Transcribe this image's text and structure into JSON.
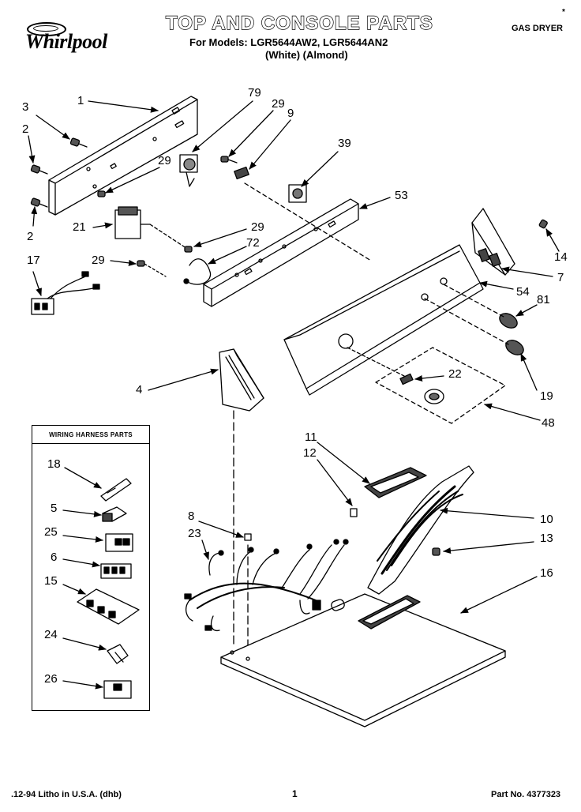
{
  "header": {
    "brand": "Whirlpool",
    "title": "TOP AND CONSOLE PARTS",
    "models_line": "For Models: LGR5644AW2, LGR5644AN2",
    "colors_line": "(White)   (Almond)",
    "product_type": "GAS DRYER",
    "mark": "*"
  },
  "legend": {
    "title": "WIRING HARNESS PARTS"
  },
  "callouts": [
    {
      "id": "c-1",
      "text": "1"
    },
    {
      "id": "c-3",
      "text": "3"
    },
    {
      "id": "c-2a",
      "text": "2"
    },
    {
      "id": "c-2b",
      "text": "2"
    },
    {
      "id": "c-79",
      "text": "79"
    },
    {
      "id": "c-29a",
      "text": "29"
    },
    {
      "id": "c-9",
      "text": "9"
    },
    {
      "id": "c-29b",
      "text": "29"
    },
    {
      "id": "c-39",
      "text": "39"
    },
    {
      "id": "c-53",
      "text": "53"
    },
    {
      "id": "c-21",
      "text": "21"
    },
    {
      "id": "c-29c",
      "text": "29"
    },
    {
      "id": "c-72",
      "text": "72"
    },
    {
      "id": "c-17",
      "text": "17"
    },
    {
      "id": "c-29d",
      "text": "29"
    },
    {
      "id": "c-14",
      "text": "14"
    },
    {
      "id": "c-7",
      "text": "7"
    },
    {
      "id": "c-54",
      "text": "54"
    },
    {
      "id": "c-81",
      "text": "81"
    },
    {
      "id": "c-22",
      "text": "22"
    },
    {
      "id": "c-19",
      "text": "19"
    },
    {
      "id": "c-4",
      "text": "4"
    },
    {
      "id": "c-48",
      "text": "48"
    },
    {
      "id": "c-11",
      "text": "11"
    },
    {
      "id": "c-12",
      "text": "12"
    },
    {
      "id": "c-10",
      "text": "10"
    },
    {
      "id": "c-8",
      "text": "8"
    },
    {
      "id": "c-23",
      "text": "23"
    },
    {
      "id": "c-13",
      "text": "13"
    },
    {
      "id": "c-16",
      "text": "16"
    },
    {
      "id": "c-18",
      "text": "18"
    },
    {
      "id": "c-5",
      "text": "5"
    },
    {
      "id": "c-25",
      "text": "25"
    },
    {
      "id": "c-6",
      "text": "6"
    },
    {
      "id": "c-15",
      "text": "15"
    },
    {
      "id": "c-24",
      "text": "24"
    },
    {
      "id": "c-26",
      "text": "26"
    }
  ],
  "footer": {
    "print_info": ".12-94 Litho in U.S.A. (dhb)",
    "page_number": "1",
    "part_number": "Part No. 4377323"
  }
}
